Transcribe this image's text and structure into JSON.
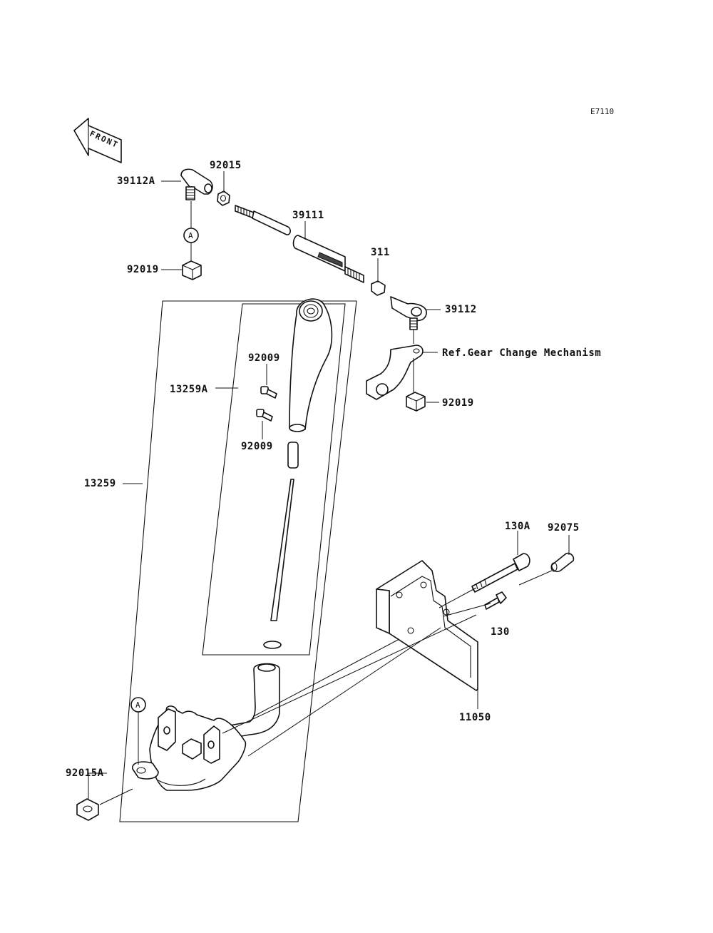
{
  "diagram_code": "E7110",
  "front_label": "FRONT",
  "labels": {
    "p39112A": "39112A",
    "p92015": "92015",
    "p39111": "39111",
    "p311": "311",
    "p39112": "39112",
    "pA_top": "A",
    "p92019_top": "92019",
    "p92009_a": "92009",
    "p13259A": "13259A",
    "p92009_b": "92009",
    "ref_gear": "Ref.Gear Change Mechanism",
    "p92019_right": "92019",
    "p13259": "13259",
    "p130A": "130A",
    "p92075": "92075",
    "p130": "130",
    "p11050": "11050",
    "pA_bottom": "A",
    "p92015A": "92015A"
  }
}
